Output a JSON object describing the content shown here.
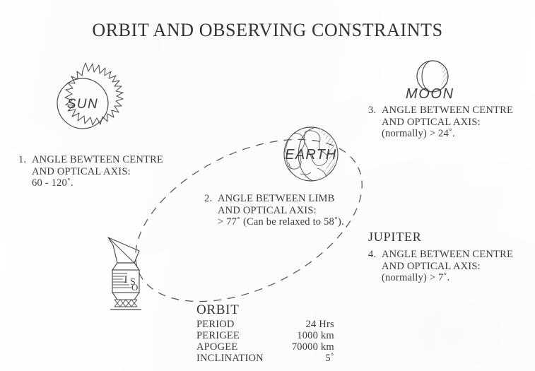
{
  "page": {
    "title": "ORBIT AND OBSERVING CONSTRAINTS",
    "ink_color": "#3a3a3a",
    "paper_color": "#fefefe"
  },
  "bodies": {
    "sun": {
      "label": "SUN"
    },
    "earth": {
      "label": "EARTH"
    },
    "moon": {
      "label": "MOON"
    },
    "satellite": {
      "label": "ISO"
    },
    "jupiter": {
      "label": "JUPITER"
    }
  },
  "constraints": [
    {
      "number": "1.",
      "line1": "ANGLE BEWTEEN CENTRE",
      "line2": "AND  OPTICAL AXIS:",
      "line3": "60  -  120˚."
    },
    {
      "number": "2.",
      "line1": "ANGLE BETWEEN LIMB",
      "line2": "AND OPTICAL AXIS:",
      "line3": "> 77˚ (Can be relaxed to 58˚)."
    },
    {
      "number": "3.",
      "line1": "ANGLE BETWEEN CENTRE",
      "line2": "AND  OPTICAL AXIS:",
      "line3": "(normally) > 24˚."
    },
    {
      "number": "4.",
      "line1": "ANGLE BETWEEN CENTRE",
      "line2": "AND OPTICAL AXIS:",
      "line3": "(normally) > 7˚."
    }
  ],
  "orbit": {
    "title": "ORBIT",
    "rows": [
      {
        "key": "PERIOD",
        "value": "24 Hrs"
      },
      {
        "key": "PERIGEE",
        "value": "1000 km"
      },
      {
        "key": "APOGEE",
        "value": "70000 km"
      },
      {
        "key": "INCLINATION",
        "value": "5˚"
      }
    ]
  }
}
